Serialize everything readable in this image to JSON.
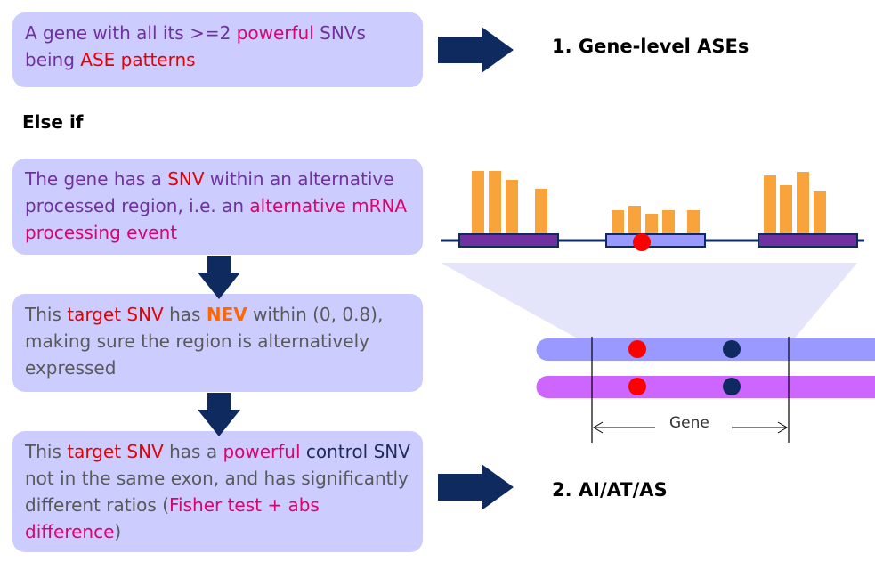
{
  "box1": {
    "part1": "A gene with all its >=2 ",
    "powerful": "powerful",
    "part2": " SNVs being ",
    "ase": "ASE patterns"
  },
  "result1": "1. Gene-level ASEs",
  "else_if": "Else if",
  "box2": {
    "part1": "The gene has a ",
    "snv": "SNV",
    "part2": " within an alternative processed region, i.e. an ",
    "event": "alternative mRNA processing event"
  },
  "box3": {
    "part1": "This ",
    "target": "target SNV",
    "part2": " has ",
    "nev": "NEV",
    "part3": " within (0, 0.8), making sure the region is alternatively expressed"
  },
  "box4": {
    "part1": "This ",
    "target": "target SNV",
    "part2": " has a ",
    "powerful": "powerful",
    "part3": " control SNV",
    "part4": " not in the same exon, and has significantly different ratios (",
    "fisher": "Fisher test + abs difference",
    "part5": ")"
  },
  "result2": "2. AI/AT/AS",
  "gene_label": "Gene",
  "colors": {
    "box": "#ccccff",
    "arrow": "#0f2a5e",
    "bar": "#f9a33c",
    "exon": "#7030a0",
    "exon_light": "#9999ff",
    "strand1": "#9999ff",
    "strand2": "#cc66ff",
    "snv_red": "#ff0000",
    "snv_navy": "#0f2a5e"
  }
}
